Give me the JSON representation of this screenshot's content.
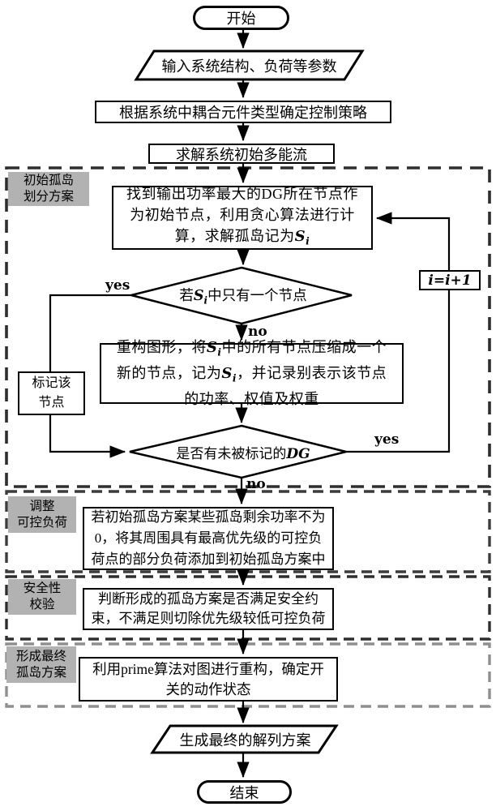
{
  "vars": {
    "S": "S",
    "i": "i",
    "DG": "DG",
    "increment": "i=i+1"
  },
  "nodes": {
    "start": "开始",
    "input": "输入系统结构、负荷等参数",
    "strategy": "根据系统中耦合元件类型确定控制策略",
    "multiflow": "求解系统初始多能流",
    "find_dg_l1": "找到输出功率最大的DG所在节点作",
    "find_dg_l2": "为初始节点，利用贪心算法进行计",
    "find_dg_l3": "算，求解孤岛记为",
    "decision1_pre": "若",
    "decision1_post": "中只有一个节点",
    "rebuild_l1a": "重构图形，将",
    "rebuild_l1b": "中的所有节点压缩成一个",
    "rebuild_l2a": "新的节点，记为",
    "rebuild_l2b": "，并记录别表示该节点",
    "rebuild_l3": "的功率、权值及权重",
    "mark_l1": "标记该",
    "mark_l2": "节点",
    "decision2_pre": "是否有未被标记的",
    "adjust_l1": "若初始孤岛方案某些孤岛剩余功率不为",
    "adjust_l2": "0，将其周围具有最高优先级的可控负",
    "adjust_l3": "荷点的部分负荷添加到初始孤岛方案中",
    "security_l1": "判断形成的孤岛方案是否满足安全约",
    "security_l2": "束，不满足则切除优先级较低可控负荷",
    "prime_l1": "利用prime算法对图进行重构，确定开",
    "prime_l2": "关的动作状态",
    "output": "生成最终的解列方案",
    "end": "结束"
  },
  "regions": [
    {
      "label_l1": "初始孤岛",
      "label_l2": "划分方案"
    },
    {
      "label_l1": "调整",
      "label_l2": "可控负荷"
    },
    {
      "label_l1": "安全性",
      "label_l2": "校验"
    },
    {
      "label_l1": "形成最终",
      "label_l2": "孤岛方案"
    }
  ],
  "edge_labels": {
    "yes1": "yes",
    "no1": "no",
    "yes2": "yes",
    "no2": "no"
  },
  "colors": {
    "line": "#000000",
    "region_dark": "#2e2e2e",
    "region_mid": "#3c3c3c",
    "region_light": "#8f8f8f",
    "label_bg": "#b2b2b2"
  }
}
